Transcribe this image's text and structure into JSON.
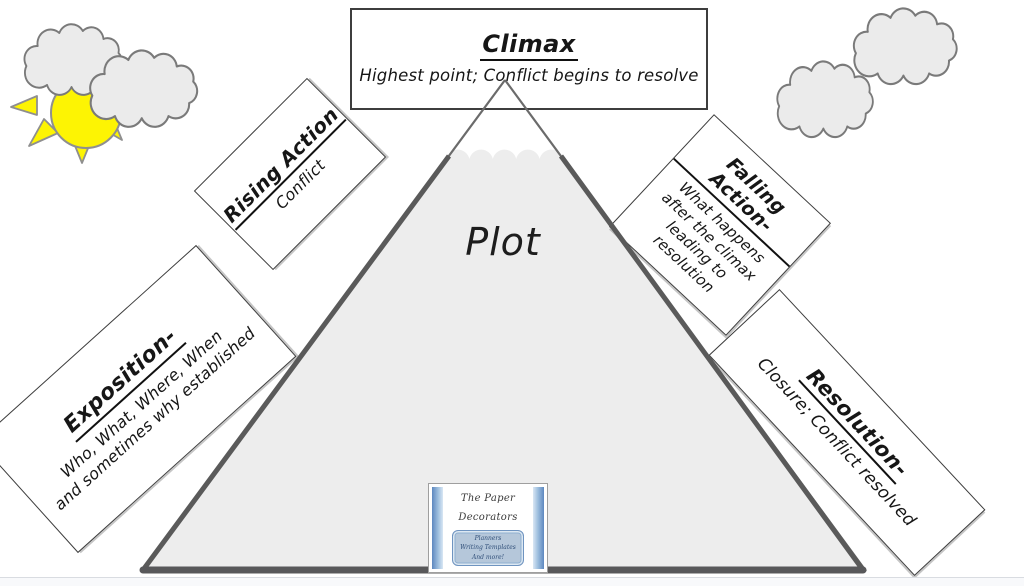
{
  "diagram": {
    "plot_label": "Plot",
    "climax": {
      "title": "Climax",
      "description": "Highest point; Conflict begins to resolve"
    },
    "rising_action": {
      "title": "Rising Action",
      "description": "Conflict"
    },
    "exposition": {
      "title": "Exposition-",
      "lines": [
        "Who, What, Where, When",
        "and sometimes why established"
      ]
    },
    "falling_action": {
      "title": "Falling Action-",
      "lines": [
        "What happens",
        "after the climax",
        "leading to",
        "resolution"
      ]
    },
    "resolution": {
      "title": "Resolution-",
      "description": "Closure; Conflict resolved"
    }
  },
  "logo": {
    "brand_line1": "The Paper",
    "brand_line2": "Decorators",
    "taglines": [
      "Planners",
      "Writing Templates",
      "And more!"
    ]
  },
  "icons": {
    "sun": "sun-icon",
    "clouds": "cloud-icon"
  },
  "colors": {
    "mountain_fill": "#ededed",
    "mountain_border_dark": "#595959",
    "mountain_border_thin": "#6b6b6b",
    "snow_cap": "#ffffff",
    "sun_yellow": "#fdf403",
    "cloud_fill": "#ebebeb",
    "cloud_outline": "#7a7a7a",
    "box_border": "#3d3d3d",
    "text": "#161616",
    "logo_blue_dark": "#5d88c0",
    "logo_blue_light": "#d9e7f4",
    "logo_tagline_fill": "#b5c7da",
    "logo_tagline_text": "#2f4e78",
    "page_strip": "#f8f9fb"
  }
}
